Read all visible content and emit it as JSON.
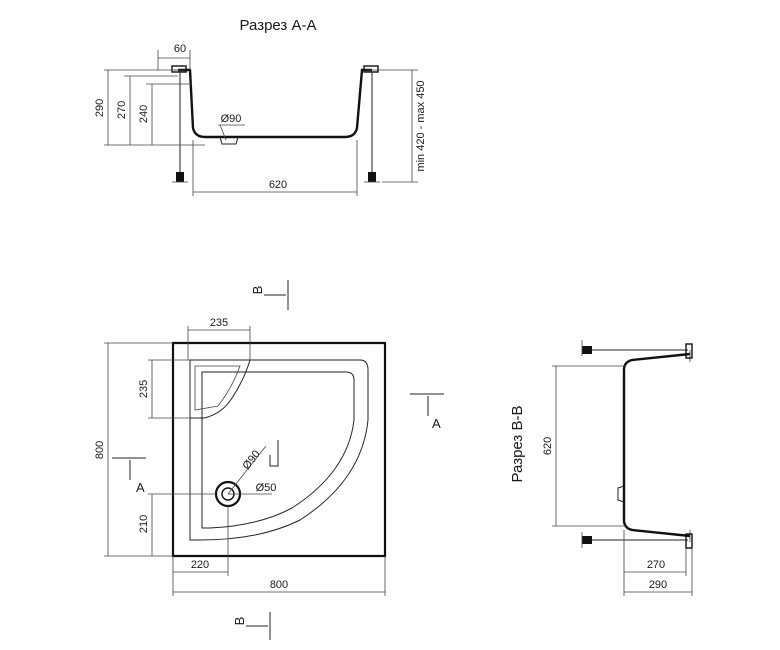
{
  "section_aa": {
    "title": "Разрез А-А",
    "dim_top": "60",
    "dim_left_outer": "290",
    "dim_left_mid": "270",
    "dim_left_inner": "240",
    "drain": "Ø90",
    "dim_bottom": "620",
    "dim_right": "min 420 - max 450"
  },
  "plan": {
    "marker_b": "B",
    "marker_a": "A",
    "dim_seat_width": "235",
    "dim_seat_height": "235",
    "dim_total_height": "800",
    "dim_drain_y": "210",
    "dim_drain_x": "220",
    "dim_total_width": "800",
    "drain_outer": "Ø90",
    "drain_inner": "Ø50"
  },
  "section_bb": {
    "title": "Разрез B-B",
    "dim_height": "620",
    "dim_inner": "270",
    "dim_outer": "290"
  },
  "colors": {
    "line": "#222222",
    "background": "#ffffff"
  }
}
